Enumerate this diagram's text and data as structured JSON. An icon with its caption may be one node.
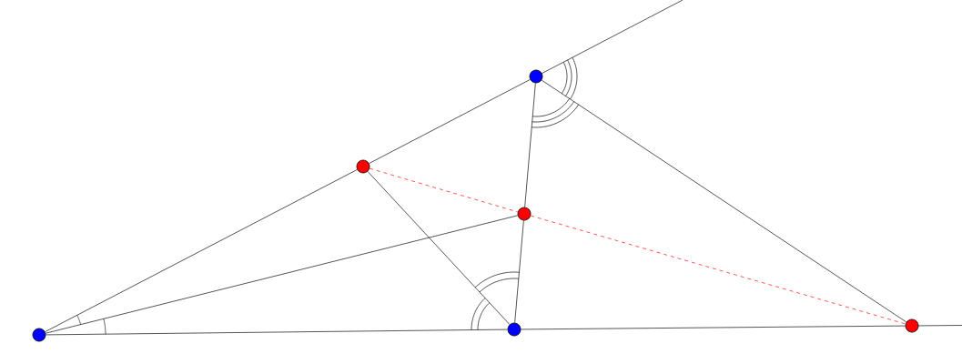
{
  "diagram": {
    "nodes": [
      {
        "text": [],
        "shape": "circle"
      },
      {
        "text": [],
        "shape": "circle"
      },
      {
        "text": [],
        "shape": "circle"
      },
      {
        "text": [],
        "shape": "circle"
      },
      {
        "text": [],
        "shape": "circle"
      },
      {
        "text": [],
        "shape": "circle"
      }
    ],
    "edges": [
      {
        "from": 0,
        "to": 3,
        "arrow": "none"
      },
      {
        "from": 3,
        "to": 2,
        "arrow": "none"
      },
      {
        "from": 0,
        "to": 4,
        "arrow": "none"
      },
      {
        "from": 0,
        "to": 1,
        "arrow": "none"
      },
      {
        "from": 1,
        "to": 5,
        "arrow": "none"
      },
      {
        "from": 2,
        "to": 4,
        "arrow": "none"
      },
      {
        "from": 4,
        "to": 1,
        "arrow": "none"
      },
      {
        "from": 3,
        "to": 1,
        "arrow": "none"
      },
      {
        "from": 2,
        "to": 5,
        "arrow": "none"
      },
      {
        "from": 3,
        "to": 4,
        "arrow": "none",
        "style": "dashed",
        "color": "#ff0000"
      },
      {
        "from": 4,
        "to": 5,
        "arrow": "none",
        "style": "dashed",
        "color": "#ff0000"
      }
    ]
  }
}
